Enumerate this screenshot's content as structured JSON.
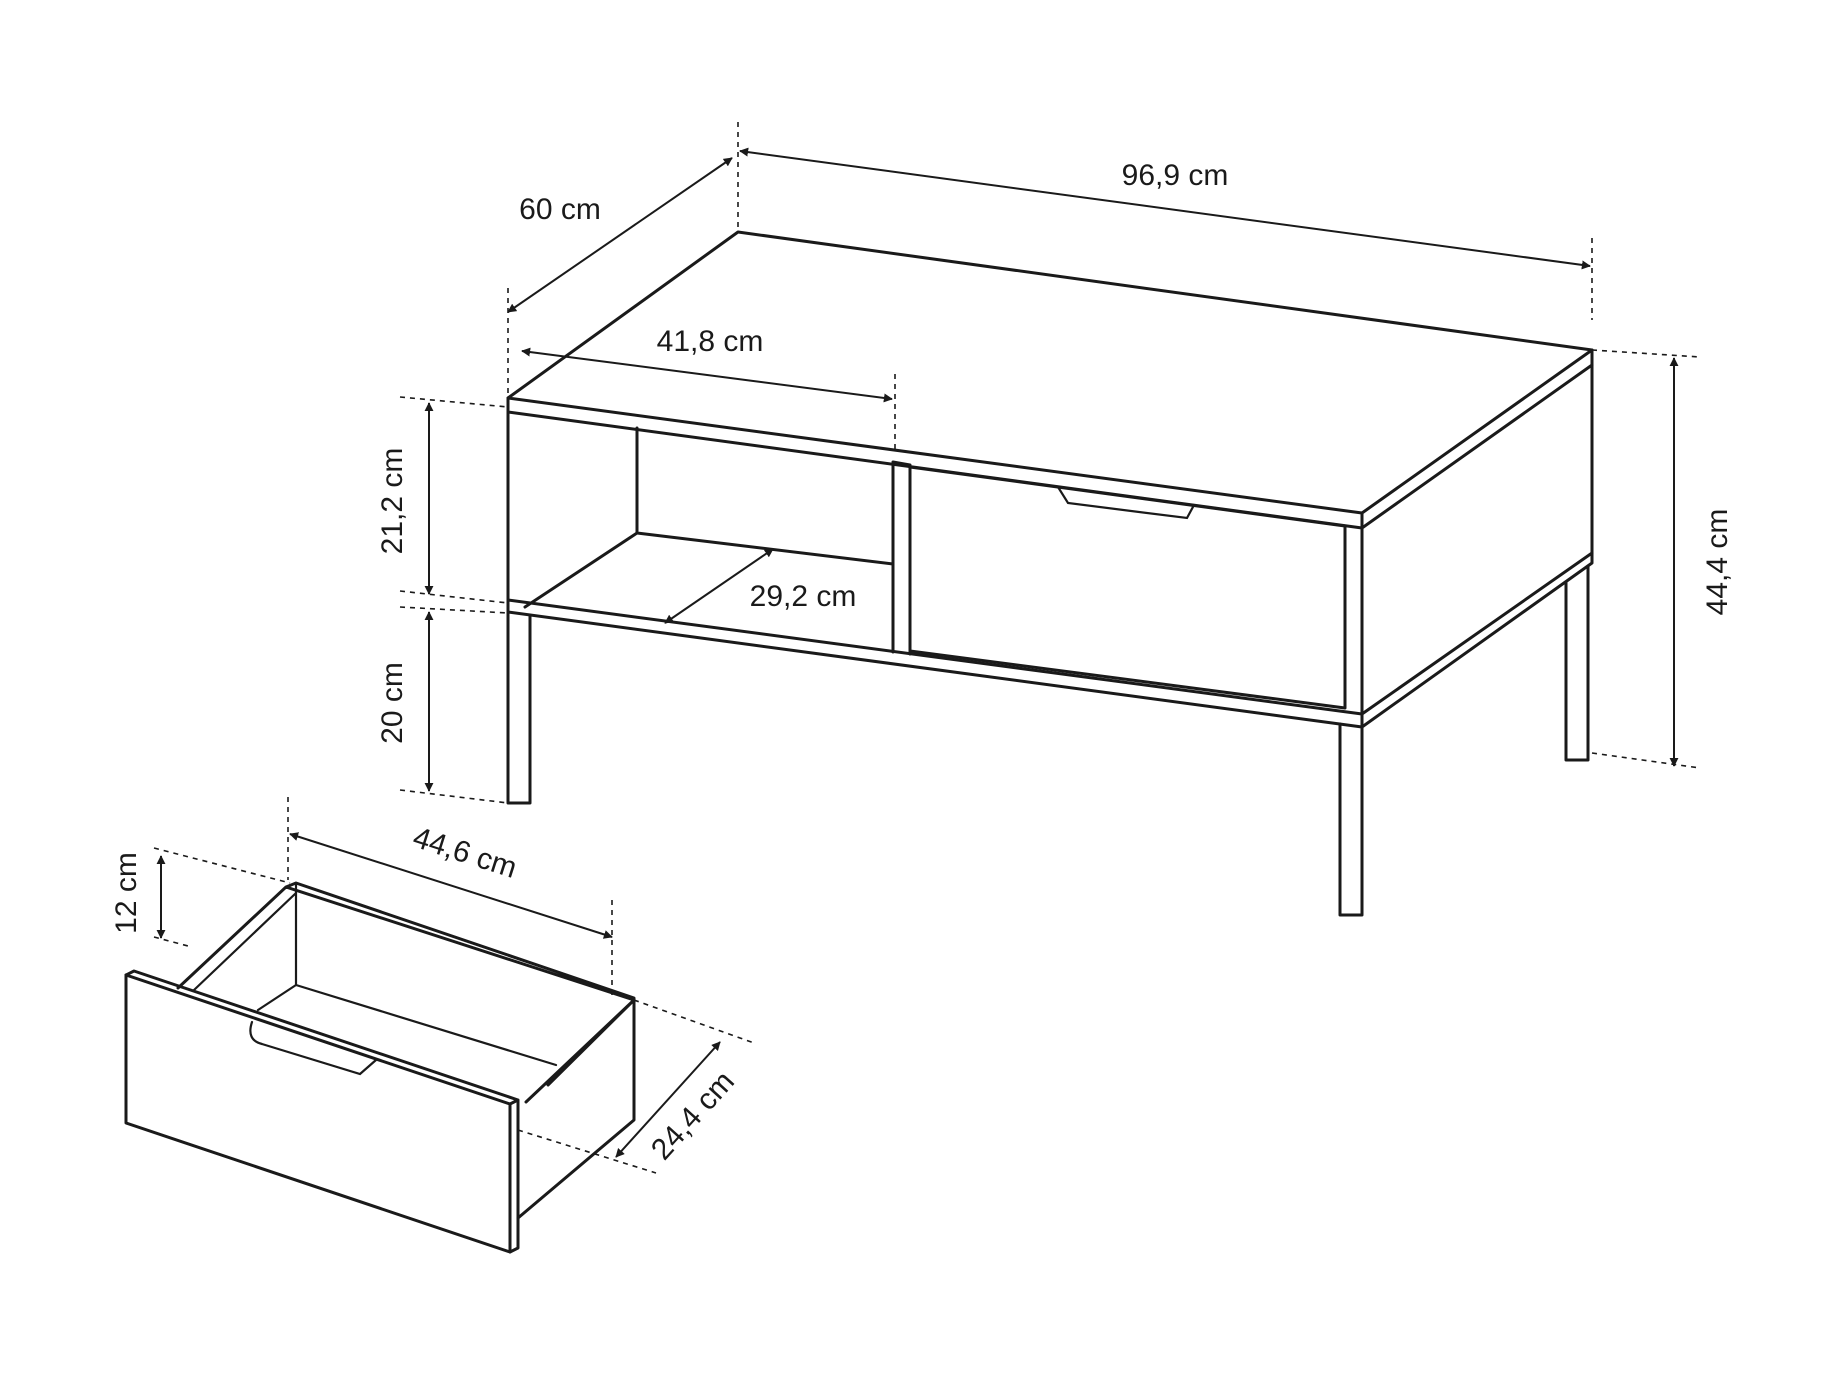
{
  "dimensions": {
    "width": "96,9 cm",
    "depth": "60 cm",
    "open_compartment_width": "41,8 cm",
    "open_compartment_depth": "29,2 cm",
    "compartment_height": "21,2 cm",
    "leg_clearance": "20 cm",
    "total_height": "44,4 cm",
    "drawer_width": "44,6 cm",
    "drawer_height": "12 cm",
    "drawer_depth": "24,4 cm"
  },
  "colors": {
    "line": "#1a1a1a",
    "background": "#ffffff"
  }
}
